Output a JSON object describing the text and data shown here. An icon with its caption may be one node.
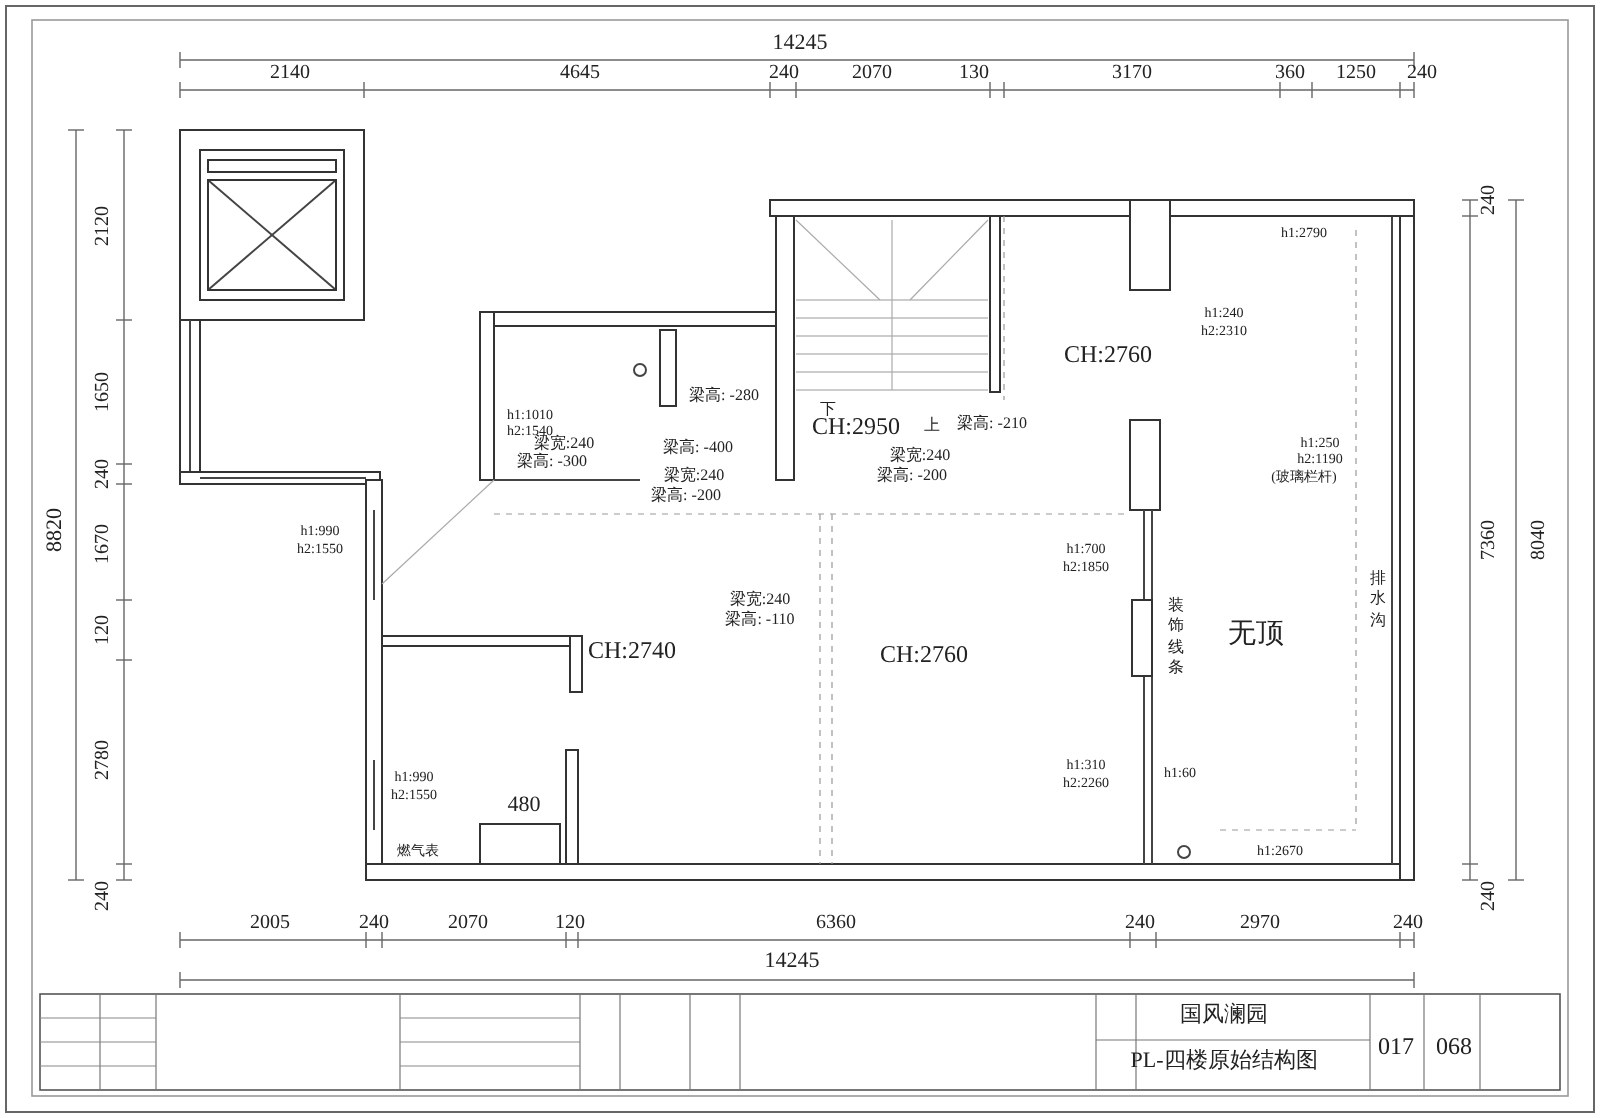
{
  "diagram": {
    "labels": [
      "14245",
      "2140",
      "4645",
      "240",
      "2070",
      "130",
      "3170",
      "360",
      "1250",
      "240",
      "2120",
      "1650",
      "240",
      "1670",
      "120",
      "2780",
      "240",
      "8820",
      "240",
      "7360",
      "8040",
      "240",
      "梁高: -280",
      "h1:1010",
      "h2:1540",
      "梁宽:240",
      "梁高: -300",
      "梁高: -400",
      "梁宽:240",
      "梁高: -200",
      "下",
      "CH:2950",
      "上",
      "梁高: -210",
      "梁宽:240",
      "梁高: -200",
      "CH:2760",
      "h1:240",
      "h2:2310",
      "h1:2790",
      "h1:250",
      "h2:1190",
      "(玻璃栏杆)",
      "h1:990",
      "h2:1550",
      "梁宽:240",
      "梁高: -110",
      "CH:2740",
      "CH:2760",
      "h1:700",
      "h2:1850",
      "装饰线条",
      "无顶",
      "排水沟",
      "h1:990",
      "h2:1550",
      "h1:310",
      "h2:2260",
      "h1:60",
      "480",
      "燃气表",
      "h1:2670",
      "2005",
      "240",
      "2070",
      "120",
      "6360",
      "240",
      "2970",
      "240",
      "14245",
      "国风澜园",
      "PL-四楼原始结构图",
      "017",
      "068"
    ]
  }
}
